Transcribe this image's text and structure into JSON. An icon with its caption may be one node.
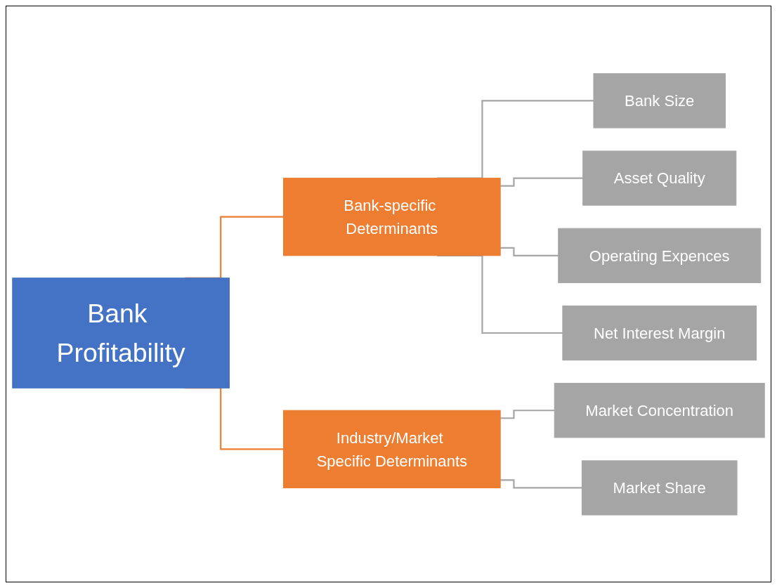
{
  "diagram": {
    "nodes": [
      {
        "text": [
          "Bank Profitability"
        ]
      },
      {
        "text": [
          "Bank-specific Determinants"
        ]
      },
      {
        "text": [
          "Industry/Market Specific Determinants"
        ]
      },
      {
        "text": [
          "Bank Size"
        ]
      },
      {
        "text": [
          "Asset Quality"
        ]
      },
      {
        "text": [
          "Operating Expences"
        ]
      },
      {
        "text": [
          "Net Interest Margin"
        ]
      },
      {
        "text": [
          "Market Concentration"
        ]
      },
      {
        "text": [
          "Market Share"
        ]
      }
    ],
    "edges": [
      {
        "from": 0,
        "to": 1,
        "arrow": "none",
        "color": "#ed7d31"
      },
      {
        "from": 0,
        "to": 2,
        "arrow": "none",
        "color": "#ed7d31"
      },
      {
        "from": 1,
        "to": 3,
        "arrow": "none"
      },
      {
        "from": 1,
        "to": 4,
        "arrow": "none"
      },
      {
        "from": 1,
        "to": 5,
        "arrow": "none"
      },
      {
        "from": 1,
        "to": 6,
        "arrow": "none"
      },
      {
        "from": 2,
        "to": 7,
        "arrow": "none"
      },
      {
        "from": 2,
        "to": 8,
        "arrow": "none"
      }
    ]
  }
}
